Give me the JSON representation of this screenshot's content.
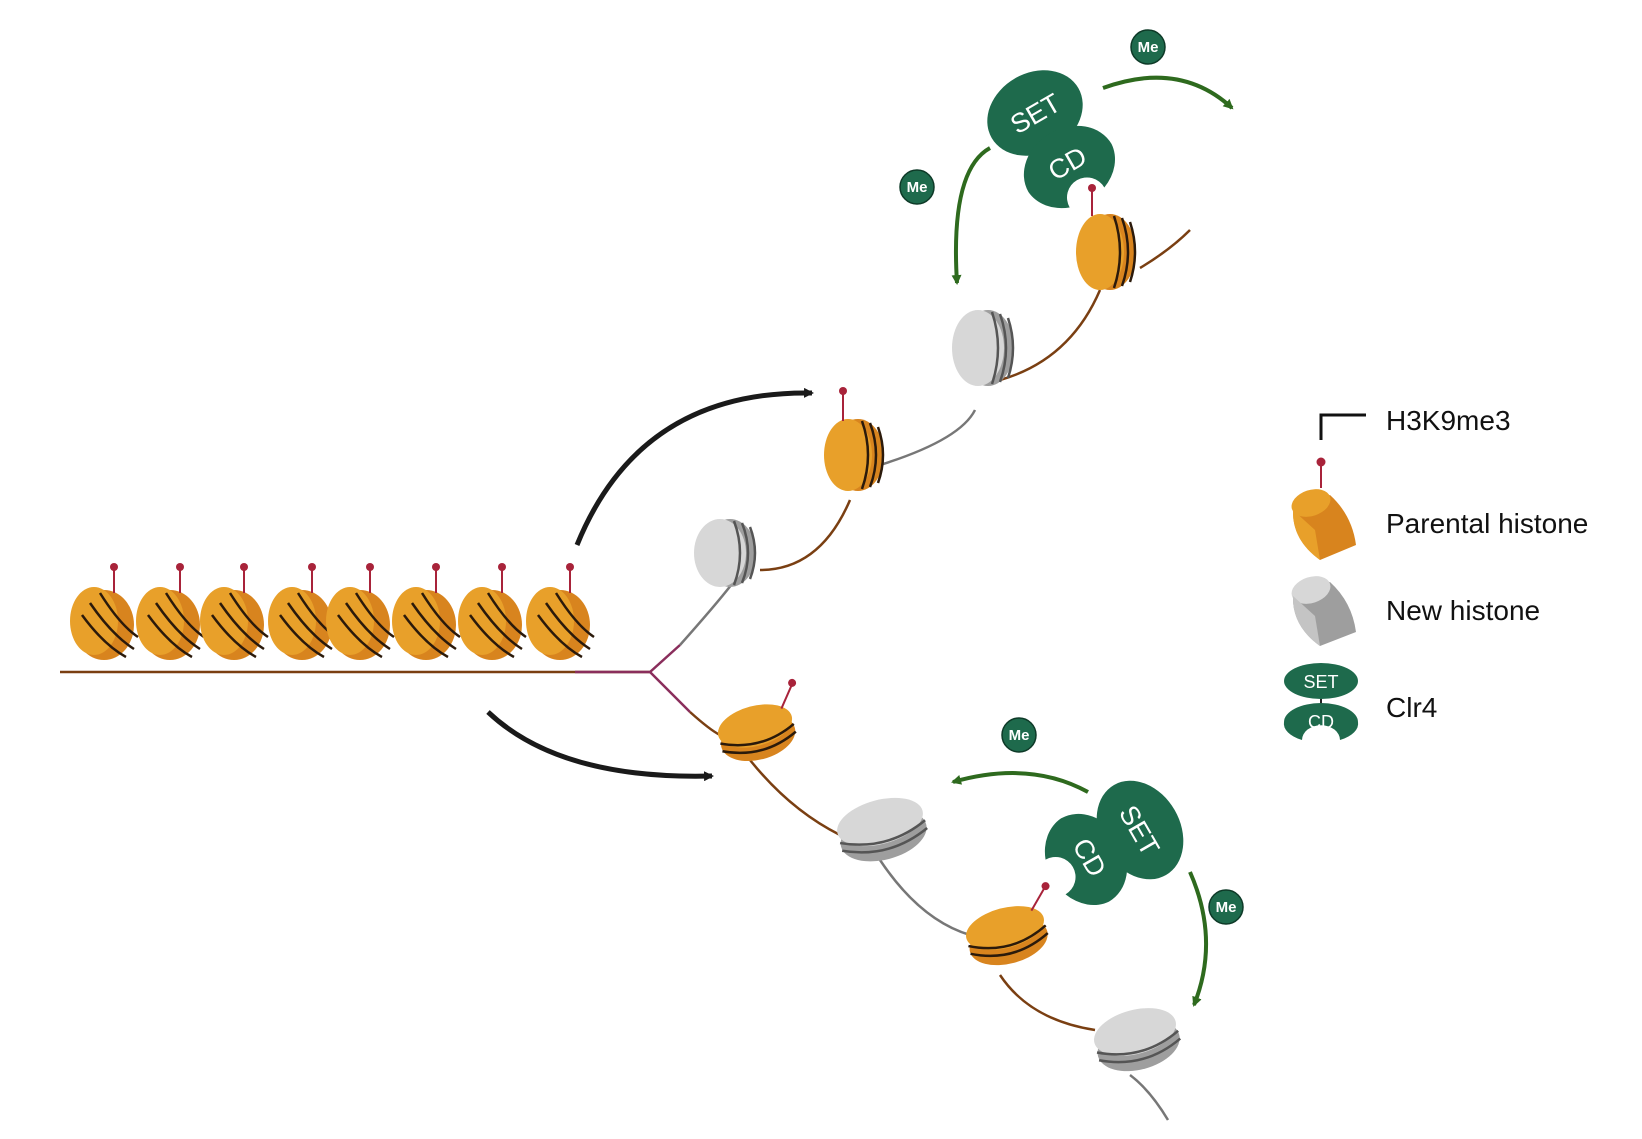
{
  "colors": {
    "parental_histone": "#E8A02A",
    "parental_histone_side": "#D8841E",
    "new_histone": "#BDBDBD",
    "new_histone_side": "#9E9E9E",
    "clr4": "#1E6A4C",
    "mark": "#A8233A",
    "me_arrow": "#2E6A1E",
    "process_arrow": "#1A1A1A",
    "dna_parental": "#7A3F12",
    "dna_new": "#777777"
  },
  "labels": {
    "me": "Me",
    "set": "SET",
    "cd": "CD"
  },
  "legend": {
    "h3k9me3": "H3K9me3",
    "parental_histone": "Parental histone",
    "new_histone": "New histone",
    "clr4": "Clr4"
  }
}
